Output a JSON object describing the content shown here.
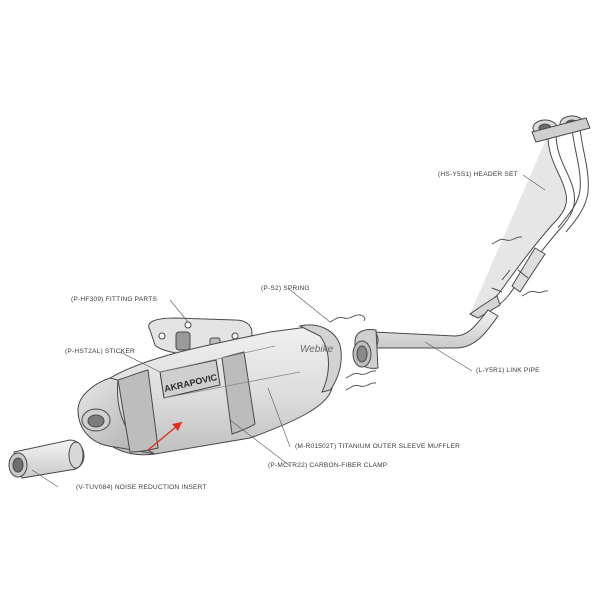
{
  "watermark": "Webike",
  "labels": {
    "header_set": "(HS-Y5S1)  HEADER SET",
    "spring": "(P-S2)  SPRING",
    "fitting_parts": "(P-HF309)  FITTING PARTS",
    "sticker": "(P-HST2AL)  STICKER",
    "link_pipe": "(L-Y5R1)  LINK PIPE",
    "muffler": "(M-R01502T)  TITANIUM OUTER SLEEVE MUFFLER",
    "clamp": "(P-MCTR22)  CARBON-FIBER CLAMP",
    "insert": "(V-TUV084)  NOISE REDUCTION INSERT"
  },
  "brand_mark": "AKRAPOVIC",
  "colors": {
    "line": "#4a4a4a",
    "arrow": "#e0301e"
  }
}
